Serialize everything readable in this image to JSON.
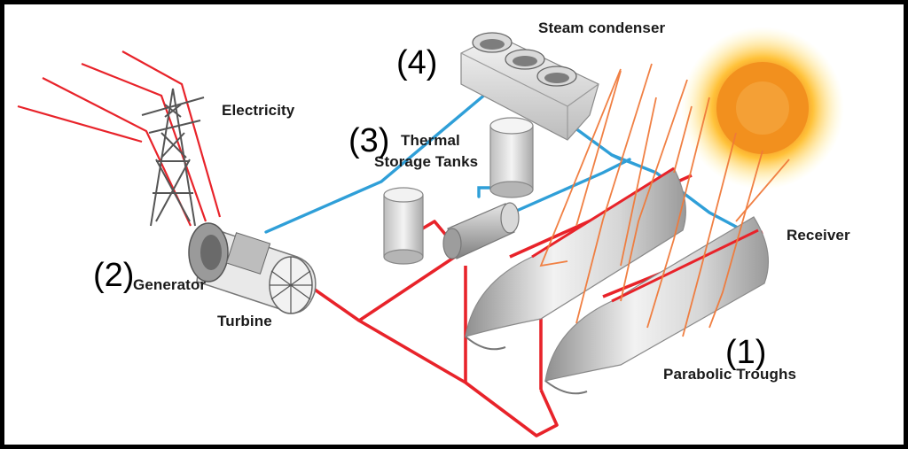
{
  "labels": {
    "steam_condenser": "Steam condenser",
    "electricity": "Electricity",
    "thermal_storage_line1": "Thermal",
    "thermal_storage_line2": "Storage Tanks",
    "generator": "Generator",
    "turbine": "Turbine",
    "receiver": "Receiver",
    "parabolic_troughs": "Parabolic Troughs"
  },
  "markers": {
    "condenser": "(4)",
    "storage": "(3)",
    "generator": "(2)",
    "troughs": "(1)"
  },
  "colors": {
    "hot_line": "#e8232a",
    "cold_line": "#2f9fd8",
    "sun_outer": "#ffd23f",
    "sun_inner": "#f08a1c",
    "ray": "#f07a3a",
    "metal": "#c8c8c8",
    "frame": "#000000"
  }
}
